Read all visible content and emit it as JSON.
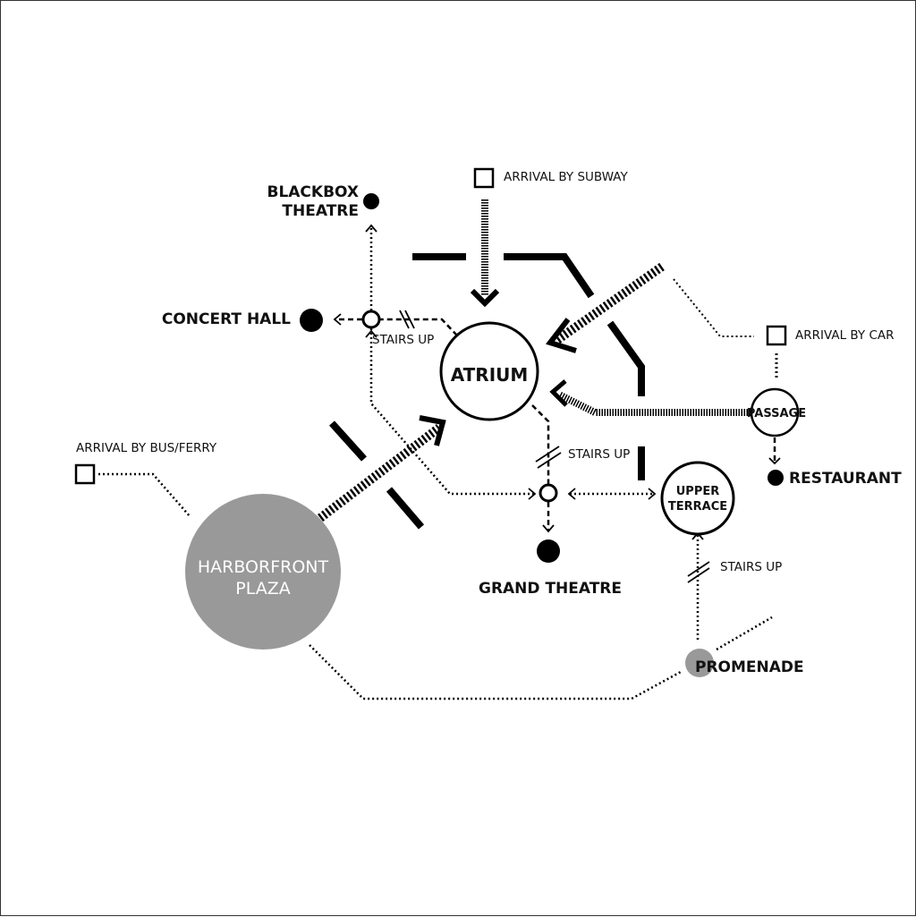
{
  "diagram": {
    "title": "Circulation diagram",
    "colors": {
      "ink": "#000000",
      "plaza_fill": "#999999",
      "promenade_fill": "#999999",
      "background": "#ffffff"
    },
    "hubs": {
      "atrium": "ATRIUM",
      "harborfront_plaza": [
        "HARBORFRONT",
        "PLAZA"
      ],
      "upper_terrace": [
        "UPPER",
        "TERRACE"
      ],
      "passage": "PASSAGE",
      "promenade": "PROMENADE"
    },
    "destinations": {
      "blackbox_theatre": [
        "BLACKBOX",
        "THEATRE"
      ],
      "concert_hall": "CONCERT HALL",
      "grand_theatre": "GRAND THEATRE",
      "restaurant": "RESTAURANT"
    },
    "arrivals": {
      "subway": "ARRIVAL BY SUBWAY",
      "car": "ARRIVAL BY CAR",
      "bus_ferry": "ARRIVAL BY BUS/FERRY"
    },
    "annotations": {
      "stairs_up_concert": "STAIRS UP",
      "stairs_up_grand": "STAIRS UP",
      "stairs_up_terrace": "STAIRS UP"
    },
    "legend_icons": {
      "arrival_point": "square-outline-icon",
      "destination": "filled-circle-icon",
      "junction": "open-circle-icon",
      "stairs": "double-slash-icon"
    }
  }
}
